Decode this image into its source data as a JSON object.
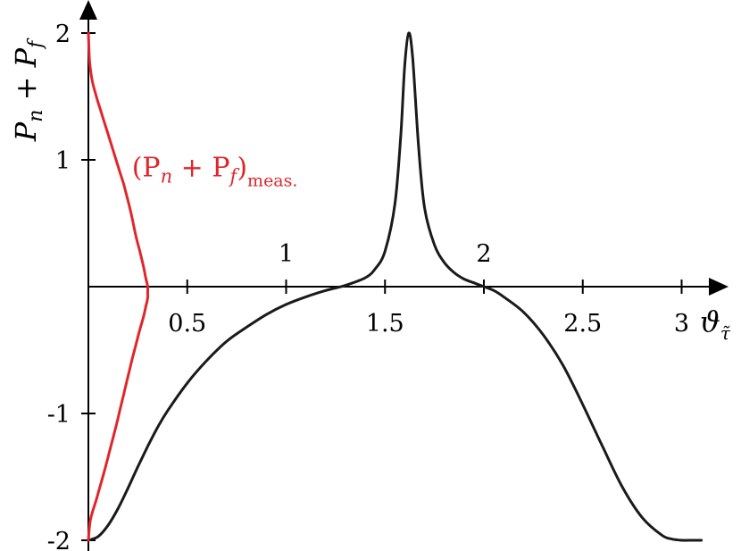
{
  "chart_data": {
    "type": "line",
    "title": "",
    "xlabel": "ϑ",
    "xlabel_subscript": "τ̃",
    "ylabel": "P_n + P_f",
    "xlim": [
      0,
      3.1
    ],
    "ylim": [
      -2,
      2.2
    ],
    "grid": false,
    "x_ticks": [
      {
        "value": 0.5,
        "label": "0.5",
        "side": "below"
      },
      {
        "value": 1,
        "label": "1",
        "side": "above"
      },
      {
        "value": 1.5,
        "label": "1.5",
        "side": "below"
      },
      {
        "value": 2,
        "label": "2",
        "side": "above"
      },
      {
        "value": 2.5,
        "label": "2.5",
        "side": "below"
      },
      {
        "value": 3,
        "label": "3",
        "side": "below"
      }
    ],
    "y_ticks": [
      {
        "value": 2,
        "label": "2"
      },
      {
        "value": 1,
        "label": "1"
      },
      {
        "value": -1,
        "label": "-1"
      },
      {
        "value": -2,
        "label": "-2"
      }
    ],
    "series": [
      {
        "color": "#1a1a1a",
        "x": [
          0.0,
          0.05,
          0.1,
          0.15,
          0.2,
          0.25,
          0.3,
          0.35,
          0.4,
          0.5,
          0.6,
          0.7,
          0.8,
          0.9,
          1.0,
          1.1,
          1.2,
          1.3,
          1.4,
          1.45,
          1.5,
          1.55,
          1.58,
          1.6,
          1.62,
          1.64,
          1.67,
          1.7,
          1.75,
          1.8,
          1.85,
          1.9,
          1.95,
          2.0,
          2.05,
          2.1,
          2.2,
          2.3,
          2.4,
          2.5,
          2.6,
          2.7,
          2.8,
          2.9,
          2.95,
          3.0,
          3.05,
          3.1
        ],
        "y": [
          -2.0,
          -1.97,
          -1.88,
          -1.75,
          -1.59,
          -1.42,
          -1.26,
          -1.11,
          -0.98,
          -0.76,
          -0.58,
          -0.43,
          -0.32,
          -0.22,
          -0.14,
          -0.08,
          -0.03,
          0.01,
          0.07,
          0.14,
          0.28,
          0.65,
          1.2,
          1.75,
          2.0,
          1.8,
          1.1,
          0.62,
          0.33,
          0.19,
          0.11,
          0.06,
          0.03,
          0.0,
          -0.03,
          -0.08,
          -0.2,
          -0.38,
          -0.62,
          -0.93,
          -1.26,
          -1.58,
          -1.82,
          -1.96,
          -1.99,
          -2.0,
          -2.0,
          -2.0
        ]
      },
      {
        "name": "(P_n + P_f)_meas.",
        "color": "#e0262b",
        "x": [
          0.0,
          0.005,
          0.01,
          0.02,
          0.04,
          0.06,
          0.08,
          0.1,
          0.12,
          0.14,
          0.16,
          0.18,
          0.2,
          0.22,
          0.24,
          0.26,
          0.28,
          0.29,
          0.3,
          0.3,
          0.3,
          0.29,
          0.28,
          0.26,
          0.24,
          0.22,
          0.2,
          0.18,
          0.16,
          0.14,
          0.12,
          0.1,
          0.08,
          0.06,
          0.04,
          0.02,
          0.01,
          0.005,
          0.0
        ],
        "y": [
          2.0,
          1.8,
          1.72,
          1.62,
          1.5,
          1.4,
          1.3,
          1.2,
          1.1,
          1.0,
          0.9,
          0.8,
          0.68,
          0.55,
          0.4,
          0.28,
          0.15,
          0.07,
          0.0,
          -0.05,
          -0.09,
          -0.16,
          -0.23,
          -0.34,
          -0.46,
          -0.58,
          -0.71,
          -0.84,
          -0.97,
          -1.1,
          -1.22,
          -1.34,
          -1.46,
          -1.57,
          -1.68,
          -1.78,
          -1.84,
          -1.9,
          -2.0
        ]
      }
    ],
    "annotation": {
      "base": "(P",
      "sub1": "n",
      "mid": " + P",
      "sub2": "f",
      "close": ")",
      "sub3": "meas.",
      "x": 0.22,
      "y": 0.87
    }
  }
}
